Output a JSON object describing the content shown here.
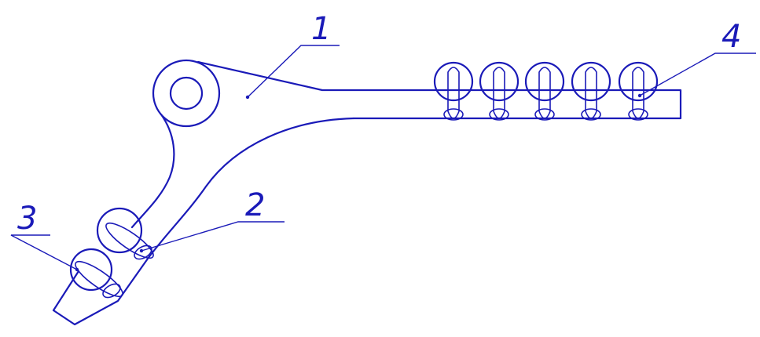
{
  "labels": {
    "part_1": "1",
    "part_2": "2",
    "part_3": "3",
    "part_4": "4"
  },
  "colors": {
    "line": "#1a1ab8",
    "background": "#ffffff"
  }
}
